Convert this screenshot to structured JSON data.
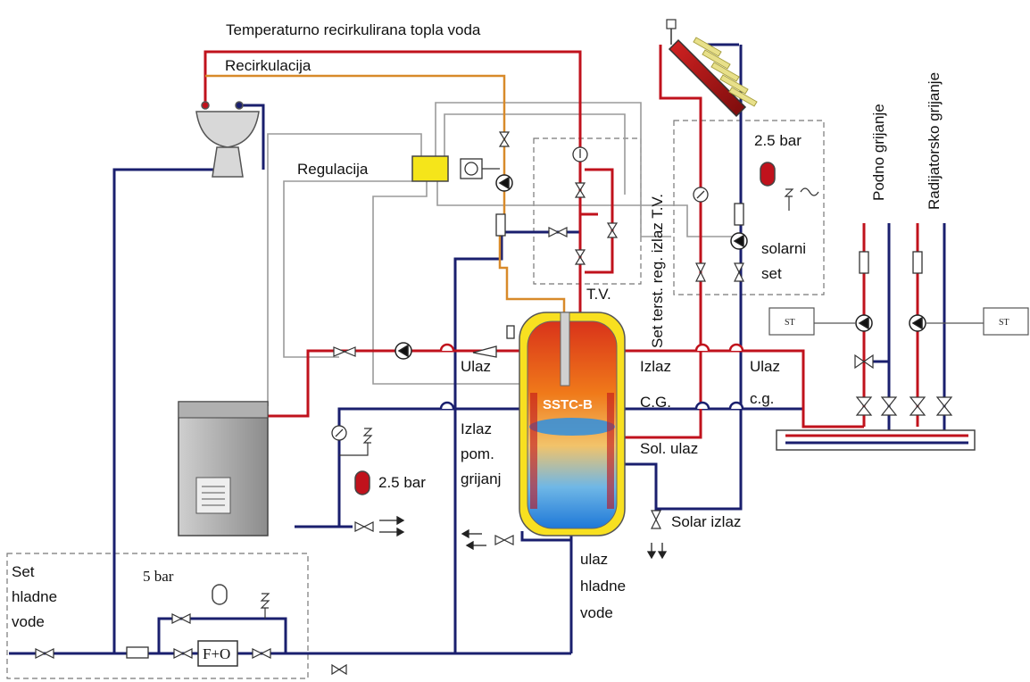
{
  "labels": {
    "recirculated_hot_water": "Temperaturno recirkulirana topla voda",
    "recirculation": "Recirkulacija",
    "regulation": "Regulacija",
    "set_reg_outlet": "Set terst. reg. izlaz T.V.",
    "tv": "T.V.",
    "pressure_solar": "2.5 bar",
    "solar_set_1": "solarni",
    "solar_set_2": "set",
    "floor_heating": "Podno grijanje",
    "radiator_heating": "Radijatorsko grijanje",
    "inlet": "Ulaz",
    "outlet_cg_1": "Izlaz",
    "outlet_cg_2": "C.G.",
    "inlet_cg_1": "Ulaz",
    "inlet_cg_2": "c.g.",
    "tank_name": "SSTC-B",
    "aux_outlet_1": "Izlaz",
    "aux_outlet_2": "pom.",
    "aux_outlet_3": "grijanj",
    "solar_inlet": "Sol. ulaz",
    "pressure_boiler": "2.5 bar",
    "solar_outlet": "Solar izlaz",
    "cold_inlet_1": "ulaz",
    "cold_inlet_2": "hladne",
    "cold_inlet_3": "vode",
    "cold_set_1": "Set",
    "cold_set_2": "hladne",
    "cold_set_3": "vode",
    "pressure_cold": "5 bar",
    "filter_box": "F+O",
    "st_left": "ST",
    "st_right": "ST"
  },
  "colors": {
    "hot": "#c0121c",
    "cold": "#1a1f6e",
    "recirc": "#d88a2a",
    "control": "#9a9a9a",
    "tank_top": "#e85a10",
    "tank_bottom": "#2f8fe0",
    "controller": "#f5e51a"
  }
}
